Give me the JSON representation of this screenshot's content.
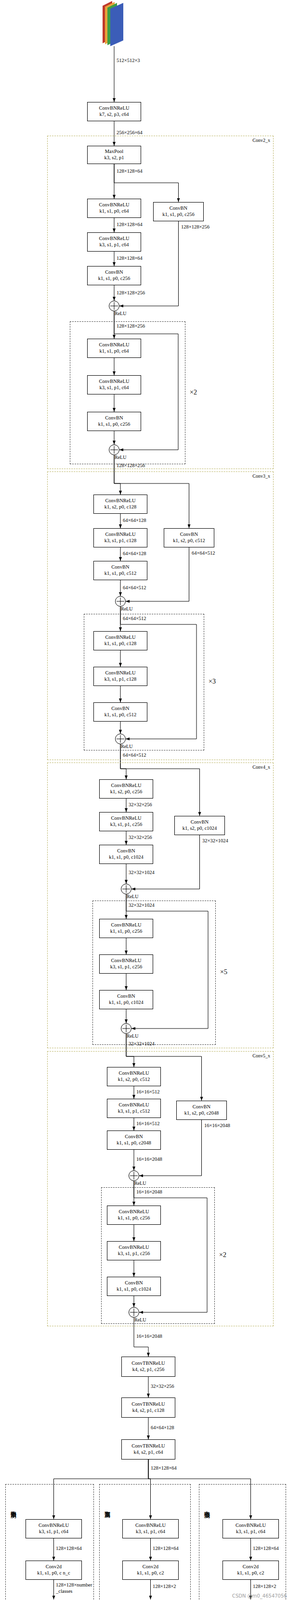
{
  "diagram": {
    "nodes": [
      {
        "text": [
          "ConvBNReLU",
          "k7, s2, p3, c64"
        ]
      },
      {
        "text": [
          "Conv2_x"
        ]
      },
      {
        "text": [
          "MaxPool",
          "k3, s2, p1"
        ],
        "in": 1
      },
      {
        "text": [
          "ConvBNReLU",
          "k1, s1, p0, c64"
        ],
        "in": 1
      },
      {
        "text": [
          "ConvBNReLU",
          "k3, s1, p1, c64"
        ],
        "in": 1
      },
      {
        "text": [
          "ConvBN",
          "k1, s1, p0, c256"
        ],
        "in": 1
      },
      {
        "text": [
          "ConvBN",
          "k1, s1, p0, c256"
        ],
        "in": 1
      },
      {
        "text": [
          "ReLU"
        ],
        "in": 1
      },
      {
        "text": [
          "×2"
        ],
        "in": 1
      },
      {
        "text": [
          "ConvBNReLU",
          "k1, s1, p0, c64"
        ],
        "in": 8
      },
      {
        "text": [
          "ConvBNReLU",
          "k3, s1, p1, c64"
        ],
        "in": 8
      },
      {
        "text": [
          "ConvBN",
          "k1, s1, p0, c256"
        ],
        "in": 8
      },
      {
        "text": [
          "ReLU"
        ],
        "in": 8
      },
      {
        "text": [
          "Conv3_x"
        ]
      },
      {
        "text": [
          "ConvBNReLU",
          "k1, s2, p0, c128"
        ],
        "in": 13
      },
      {
        "text": [
          "ConvBNReLU",
          "k3, s1, p1, c128"
        ],
        "in": 13
      },
      {
        "text": [
          "ConvBN",
          "k1, s1, p0, c512"
        ],
        "in": 13
      },
      {
        "text": [
          "ConvBN",
          "k1, s2, p0, c512"
        ],
        "in": 13
      },
      {
        "text": [
          "ReLU"
        ],
        "in": 13
      },
      {
        "text": [
          "×3"
        ],
        "in": 13
      },
      {
        "text": [
          "ConvBNReLU",
          "k1, s1, p0, c128"
        ],
        "in": 19
      },
      {
        "text": [
          "ConvBNReLU",
          "k3, s1, p1, c128"
        ],
        "in": 19
      },
      {
        "text": [
          "ConvBN",
          "k1, s1, p0, c512"
        ],
        "in": 19
      },
      {
        "text": [
          "ReLU"
        ],
        "in": 19
      },
      {
        "text": [
          "Conv4_x"
        ]
      },
      {
        "text": [
          "ConvBNReLU",
          "k1, s2, p0, c256"
        ],
        "in": 24
      },
      {
        "text": [
          "ConvBNReLU",
          "k3, s1, p1, c256"
        ],
        "in": 24
      },
      {
        "text": [
          "ConvBN",
          "k1, s1, p0, c1024"
        ],
        "in": 24
      },
      {
        "text": [
          "ConvBN",
          "k1, s2, p0, c1024"
        ],
        "in": 24
      },
      {
        "text": [
          "ReLU"
        ],
        "in": 24
      },
      {
        "text": [
          "×5"
        ],
        "in": 24
      },
      {
        "text": [
          "ConvBNReLU",
          "k1, s1, p0, c256"
        ],
        "in": 30
      },
      {
        "text": [
          "ConvBNReLU",
          "k3, s1, p1, c256"
        ],
        "in": 30
      },
      {
        "text": [
          "ConvBN",
          "k1, s1, p0, c1024"
        ],
        "in": 30
      },
      {
        "text": [
          "ReLU"
        ],
        "in": 30
      },
      {
        "text": [
          "Conv5_x"
        ]
      },
      {
        "text": [
          "ConvBNReLU",
          "k1, s2, p0, c512"
        ],
        "in": 35
      },
      {
        "text": [
          "ConvBNReLU",
          "k3, s1, p1, c512"
        ],
        "in": 35
      },
      {
        "text": [
          "ConvBN",
          "k1, s1, p0, c2048"
        ],
        "in": 35
      },
      {
        "text": [
          "ConvBN",
          "k1, s2, p0, c2048"
        ],
        "in": 35
      },
      {
        "text": [
          "ReLU"
        ],
        "in": 35
      },
      {
        "text": [
          "×2"
        ],
        "in": 35
      },
      {
        "text": [
          "ConvBNReLU",
          "k1, s1, p0, c256"
        ],
        "in": 41
      },
      {
        "text": [
          "ConvBNReLU",
          "k3, s1, p1, c256"
        ],
        "in": 41
      },
      {
        "text": [
          "ConvBN",
          "k1, s1, p0, c1024"
        ],
        "in": 41
      },
      {
        "text": [
          "ReLU"
        ],
        "in": 41
      },
      {
        "text": [
          "ConvTBNReLU",
          "k4, s2, p1, c256"
        ]
      },
      {
        "text": [
          "ConvTBNReLU",
          "k4, s2, p1, c128"
        ]
      },
      {
        "text": [
          "ConvTBNReLU",
          "k4, s2, p1, c64"
        ]
      },
      {
        "text": [
          "热力图预测"
        ]
      },
      {
        "text": [
          "ConvBNReLU",
          "k3, s1, p1, c64"
        ],
        "in": 49
      },
      {
        "text": [
          "Conv2d",
          "k1, s1, p0, c n_c"
        ],
        "in": 49
      },
      {
        "text": [
          "宽高预测"
        ]
      },
      {
        "text": [
          "ConvBNReLU",
          "k3, s1, p1, c64"
        ],
        "in": 52
      },
      {
        "text": [
          "Conv2d",
          "k1, s1, p0, c2"
        ],
        "in": 52
      },
      {
        "text": [
          "中心点预测"
        ]
      },
      {
        "text": [
          "ConvBNReLU",
          "k3, s1, p1, c64"
        ],
        "in": 55
      },
      {
        "text": [
          "Conv2d",
          "k1, s1, p0, c2"
        ],
        "in": 55
      }
    ],
    "edges": [
      {
        "from": 0,
        "to": 2,
        "arrow": "to",
        "label": "256×256×64"
      },
      {
        "from": 2,
        "to": 3,
        "arrow": "to",
        "label": "128×128×64"
      },
      {
        "from": 2,
        "to": 6,
        "arrow": "to"
      },
      {
        "from": 3,
        "to": 4,
        "arrow": "to",
        "label": "128×128×64"
      },
      {
        "from": 4,
        "to": 5,
        "arrow": "to",
        "label": "128×128×64"
      },
      {
        "from": 5,
        "to": 7,
        "arrow": "to",
        "label": "128×128×256"
      },
      {
        "from": 6,
        "to": 7,
        "arrow": "to",
        "label": "128×128×256"
      },
      {
        "from": 7,
        "to": 9,
        "arrow": "to",
        "label": "128×128×256"
      },
      {
        "from": 9,
        "to": 10,
        "arrow": "to"
      },
      {
        "from": 10,
        "to": 11,
        "arrow": "to"
      },
      {
        "from": 11,
        "to": 12,
        "arrow": "to"
      },
      {
        "from": 7,
        "to": 12,
        "arrow": "to"
      },
      {
        "from": 12,
        "to": 14,
        "arrow": "to",
        "label": "128×128×256"
      },
      {
        "from": 12,
        "to": 17,
        "arrow": "to"
      },
      {
        "from": 14,
        "to": 15,
        "arrow": "to",
        "label": "64×64×128"
      },
      {
        "from": 15,
        "to": 16,
        "arrow": "to",
        "label": "64×64×128"
      },
      {
        "from": 16,
        "to": 18,
        "arrow": "to",
        "label": "64×64×512"
      },
      {
        "from": 17,
        "to": 18,
        "arrow": "to",
        "label": "64×64×512"
      },
      {
        "from": 18,
        "to": 20,
        "arrow": "to",
        "label": "64×64×512"
      },
      {
        "from": 20,
        "to": 21,
        "arrow": "to"
      },
      {
        "from": 21,
        "to": 22,
        "arrow": "to"
      },
      {
        "from": 22,
        "to": 23,
        "arrow": "to"
      },
      {
        "from": 18,
        "to": 23,
        "arrow": "to"
      },
      {
        "from": 23,
        "to": 25,
        "arrow": "to",
        "label": "64×64×512"
      },
      {
        "from": 23,
        "to": 28,
        "arrow": "to"
      },
      {
        "from": 25,
        "to": 26,
        "arrow": "to",
        "label": "32×32×256"
      },
      {
        "from": 26,
        "to": 27,
        "arrow": "to",
        "label": "32×32×256"
      },
      {
        "from": 27,
        "to": 29,
        "arrow": "to",
        "label": "32×32×1024"
      },
      {
        "from": 28,
        "to": 29,
        "arrow": "to",
        "label": "32×32×1024"
      },
      {
        "from": 29,
        "to": 31,
        "arrow": "to",
        "label": "32×32×1024"
      },
      {
        "from": 31,
        "to": 32,
        "arrow": "to"
      },
      {
        "from": 32,
        "to": 33,
        "arrow": "to"
      },
      {
        "from": 33,
        "to": 34,
        "arrow": "to"
      },
      {
        "from": 29,
        "to": 34,
        "arrow": "to"
      },
      {
        "from": 34,
        "to": 36,
        "arrow": "to",
        "label": "32×32×1024"
      },
      {
        "from": 34,
        "to": 39,
        "arrow": "to"
      },
      {
        "from": 36,
        "to": 37,
        "arrow": "to",
        "label": "16×16×512"
      },
      {
        "from": 37,
        "to": 38,
        "arrow": "to",
        "label": "16×16×512"
      },
      {
        "from": 38,
        "to": 40,
        "arrow": "to",
        "label": "16×16×2048"
      },
      {
        "from": 39,
        "to": 40,
        "arrow": "to",
        "label": "16×16×2048"
      },
      {
        "from": 40,
        "to": 42,
        "arrow": "to",
        "label": "16×16×2048"
      },
      {
        "from": 42,
        "to": 43,
        "arrow": "to"
      },
      {
        "from": 43,
        "to": 44,
        "arrow": "to"
      },
      {
        "from": 44,
        "to": 45,
        "arrow": "to"
      },
      {
        "from": 40,
        "to": 45,
        "arrow": "to"
      },
      {
        "from": 45,
        "to": 46,
        "arrow": "to",
        "label": "16×16×2048"
      },
      {
        "from": 46,
        "to": 47,
        "arrow": "to",
        "label": "32×32×256"
      },
      {
        "from": 47,
        "to": 48,
        "arrow": "to",
        "label": "64×64×128"
      },
      {
        "from": 48,
        "to": 50,
        "arrow": "to"
      },
      {
        "from": 48,
        "to": 53,
        "arrow": "to",
        "label": "128×128×64"
      },
      {
        "from": 48,
        "to": 56,
        "arrow": "to"
      },
      {
        "from": 50,
        "to": 51,
        "arrow": "to",
        "label": "128×128×64"
      },
      {
        "from": 53,
        "to": 54,
        "arrow": "to",
        "label": "128×128×64"
      },
      {
        "from": 56,
        "to": 57,
        "arrow": "to",
        "label": "128×128×64"
      }
    ],
    "labels": [
      "512×512×3",
      "128×128×number _classes",
      "128×128×2",
      "128×128×2",
      "CSDN @m0_46547056"
    ]
  }
}
